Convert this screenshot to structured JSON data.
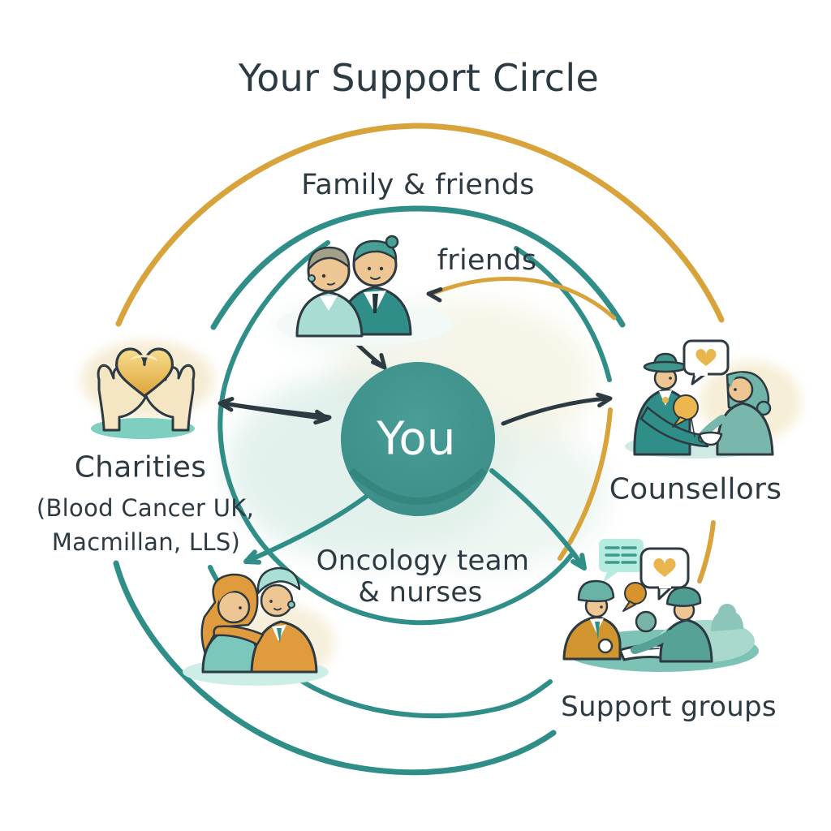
{
  "title": "Your Support Circle",
  "center": {
    "label": "You"
  },
  "labels": {
    "family": "Family & friends",
    "friends": "friends",
    "charities": "Charities",
    "charities_detail_1": "(Blood Cancer UK,",
    "charities_detail_2": "Macmillan, LLS)",
    "counsellors": "Counsellors",
    "oncology_1": "Oncology team",
    "oncology_2": "& nurses",
    "support_groups": "Support groups"
  },
  "icons": {
    "charities": "hands-holding-heart-icon",
    "family": "family-pair-icon",
    "counsellors": "counselling-session-icon",
    "oncology": "nurse-comforting-patient-icon",
    "support_groups": "group-meeting-icon"
  },
  "connections": [
    {
      "from": "Family & friends",
      "to": "You",
      "style": "arrow"
    },
    {
      "from": "friends",
      "to": "Family & friends",
      "style": "arrow"
    },
    {
      "from": "You",
      "to": "Charities",
      "style": "double-arrow"
    },
    {
      "from": "You",
      "to": "Counsellors",
      "style": "arrow"
    },
    {
      "from": "You",
      "to": "Oncology team & nurses",
      "style": "arrow"
    },
    {
      "from": "You",
      "to": "Support groups",
      "style": "arrow"
    }
  ],
  "colors": {
    "teal": "#2f8e87",
    "teal_light": "#7cc7bc",
    "gold": "#d9a33c",
    "ink": "#2d3a42",
    "center_fill": "#3f918c",
    "face": "#eec694",
    "cream": "#f4e6c3"
  }
}
